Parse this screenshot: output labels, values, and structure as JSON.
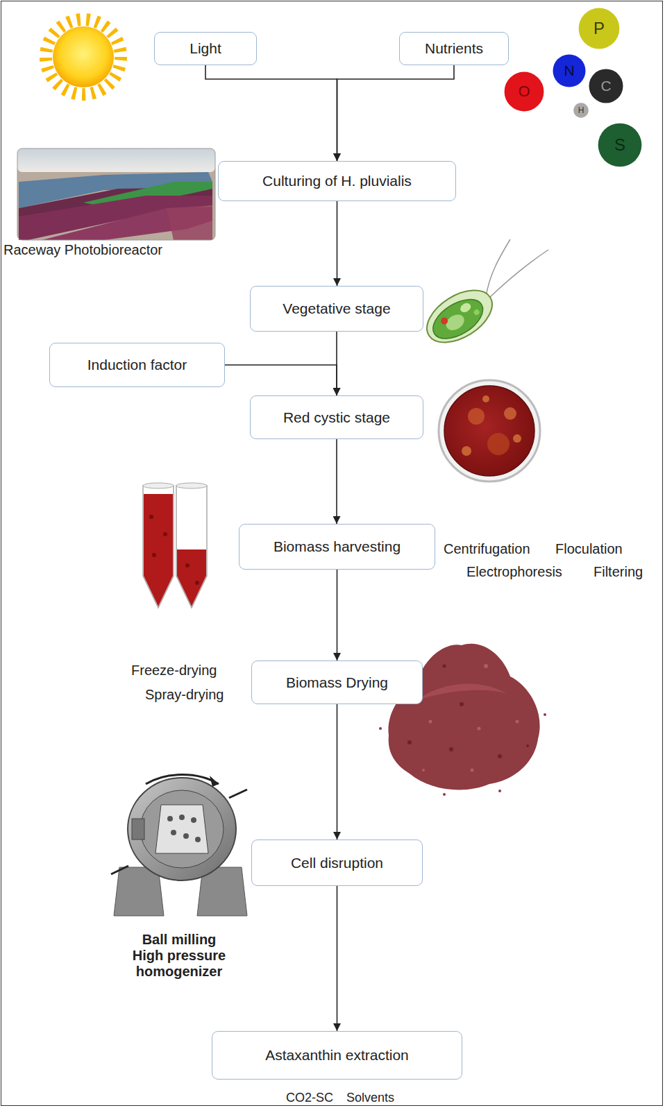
{
  "diagram": {
    "nodes": [
      {
        "text": [
          "Light"
        ]
      },
      {
        "text": [
          "Nutrients"
        ]
      },
      {
        "text": [
          "P"
        ]
      },
      {
        "text": [
          "N"
        ]
      },
      {
        "text": [
          "O"
        ]
      },
      {
        "text": [
          "C"
        ]
      },
      {
        "text": [
          "H"
        ]
      },
      {
        "text": [
          "S"
        ]
      },
      {
        "text": [
          "Culturing of H. pluvialis"
        ]
      },
      {
        "text": [
          "Vegetative stage"
        ]
      },
      {
        "text": [
          "Induction factor"
        ]
      },
      {
        "text": [
          "Red cystic stage"
        ]
      },
      {
        "text": [
          "Biomass harvesting"
        ]
      },
      {
        "text": [
          "Biomass Drying"
        ]
      },
      {
        "text": [
          "Cell disruption"
        ]
      },
      {
        "text": [
          "Astaxanthin extraction"
        ]
      }
    ],
    "edges": [
      {
        "from": 0,
        "to": 8,
        "arrow": "to"
      },
      {
        "from": 1,
        "to": 8,
        "arrow": "to"
      },
      {
        "from": 8,
        "to": 9,
        "arrow": "to"
      },
      {
        "from": 9,
        "to": 11,
        "arrow": "to"
      },
      {
        "from": 10,
        "to": 11,
        "arrow": "to"
      },
      {
        "from": 11,
        "to": 12,
        "arrow": "to"
      },
      {
        "from": 12,
        "to": 13,
        "arrow": "to"
      },
      {
        "from": 13,
        "to": 14,
        "arrow": "to"
      },
      {
        "from": 14,
        "to": 15,
        "arrow": "to"
      }
    ],
    "labels": [
      "Raceway Photobioreactor",
      "Centrifugation",
      "Floculation",
      "Electrophoresis",
      "Filtering",
      "Freeze-drying",
      "Spray-drying",
      "Ball milling",
      "High pressure homogenizer",
      "CO2-SC",
      "Solvents"
    ]
  }
}
